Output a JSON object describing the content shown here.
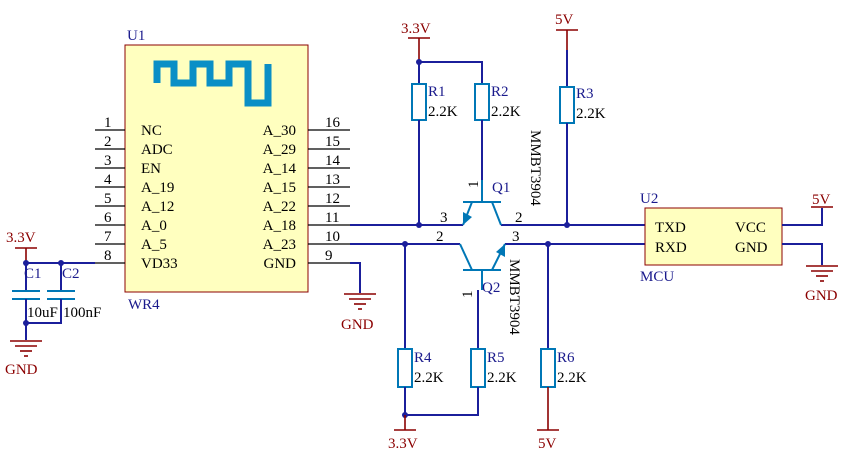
{
  "colors": {
    "wire": "#1b1f9b",
    "component": "#0077b6",
    "chip_fill": "#ffffbf",
    "chip_border": "#8b0000",
    "power": "#8b0000",
    "pin": "#000000"
  },
  "u1": {
    "ref": "U1",
    "name": "WR4",
    "left_pins": [
      {
        "num": "1",
        "label": "NC"
      },
      {
        "num": "2",
        "label": "ADC"
      },
      {
        "num": "3",
        "label": "EN"
      },
      {
        "num": "4",
        "label": "A_19"
      },
      {
        "num": "5",
        "label": "A_12"
      },
      {
        "num": "6",
        "label": "A_0"
      },
      {
        "num": "7",
        "label": "A_5"
      },
      {
        "num": "8",
        "label": "VD33"
      }
    ],
    "right_pins": [
      {
        "num": "16",
        "label": "A_30"
      },
      {
        "num": "15",
        "label": "A_29"
      },
      {
        "num": "14",
        "label": "A_14"
      },
      {
        "num": "13",
        "label": "A_15"
      },
      {
        "num": "12",
        "label": "A_22"
      },
      {
        "num": "11",
        "label": "A_18"
      },
      {
        "num": "10",
        "label": "A_23"
      },
      {
        "num": "9",
        "label": "GND"
      }
    ]
  },
  "u2": {
    "ref": "U2",
    "name": "MCU",
    "txd": "TXD",
    "rxd": "RXD",
    "vcc": "VCC",
    "gnd": "GND"
  },
  "capacitors": [
    {
      "ref": "C1",
      "value": "10uF"
    },
    {
      "ref": "C2",
      "value": "100nF"
    }
  ],
  "resistors": {
    "r1": {
      "ref": "R1",
      "value": "2.2K"
    },
    "r2": {
      "ref": "R2",
      "value": "2.2K"
    },
    "r3": {
      "ref": "R3",
      "value": "2.2K"
    },
    "r4": {
      "ref": "R4",
      "value": "2.2K"
    },
    "r5": {
      "ref": "R5",
      "value": "2.2K"
    },
    "r6": {
      "ref": "R6",
      "value": "2.2K"
    }
  },
  "transistors": {
    "q1": {
      "ref": "Q1",
      "part": "MMBT3904",
      "pin_base": "1",
      "pin_emitter": "3",
      "pin_collector": "2"
    },
    "q2": {
      "ref": "Q2",
      "part": "MMBT3904",
      "pin_base": "1",
      "pin_emitter": "3",
      "pin_collector": "2"
    }
  },
  "power": {
    "v33_left": "3.3V",
    "v33_top": "3.3V",
    "v33_bottom": "3.3V",
    "v5_top": "5V",
    "v5_bottom": "5V",
    "v5_mcu": "5V",
    "gnd_caps": "GND",
    "gnd_u1": "GND",
    "gnd_mcu": "GND"
  }
}
